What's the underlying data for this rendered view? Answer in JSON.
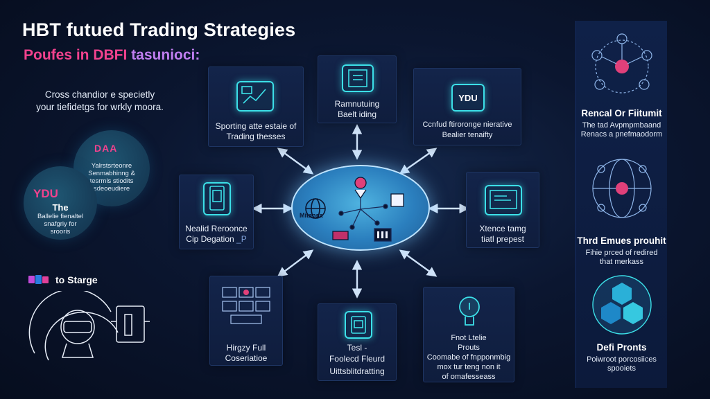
{
  "header": {
    "title": "HBT futued Trading Strategies",
    "subtitle_a": "Poufes in DBFI",
    "subtitle_b": "tasunioci:"
  },
  "intro": {
    "line1": "Cross chandior e specietly",
    "line2": "your tiefidetgs for wrkly moora."
  },
  "bubbles": {
    "top": {
      "badge": "DAA",
      "text1": "Yalrstsrteonre",
      "text2": "Senmabhinng &",
      "text3": "tesrmls stiodits",
      "text4": "sdeoeudiere"
    },
    "bottom": {
      "badge": "YDU",
      "title": "The",
      "text1": "Ballelie fienaltel",
      "text2": "snafgriy for",
      "text3": "srooris"
    }
  },
  "hub": {
    "label": "Mitansa"
  },
  "cards": {
    "top_left": {
      "line1": "Sporting atte estaie of",
      "line2": "Trading thesses"
    },
    "top_center": {
      "line1": "Ramnutuing",
      "line2": "Baelt iding"
    },
    "top_right": {
      "badge": "YDU",
      "line1": "Ccnfud ftiroronge nierative",
      "line2": "Bealier tenaifty"
    },
    "mid_left": {
      "line1": "Nealid Reroonce",
      "line2": "Cip Degation",
      "suffix": "_P"
    },
    "mid_right": {
      "line1": "Xtence tamg",
      "line2": "tiatl prepest"
    },
    "bottom_left": {
      "line1": "Hirgzy Full",
      "line2": "Coseriatioe"
    },
    "bottom_center": {
      "line1": "Tesl -",
      "line2": "Foolecd Fleurd",
      "line3": "Uittsblitdratting"
    },
    "bottom_right": {
      "line1": "Fnot Ltelie",
      "line2": "Prouts",
      "line3": "Coomabe of fnpponmbig",
      "line4": "mox tur teng non it",
      "line5": "of omafesseass"
    }
  },
  "bottom_left": {
    "label": "to Starge"
  },
  "right_panel": {
    "section1": {
      "title": "Rencal Or Fiitumit",
      "line1": "The tad Avpmpmbaand",
      "line2": "Renacs a pnefmaodorm"
    },
    "section2": {
      "title": "Thrd Emues prouhit",
      "line1": "Fihie prced of redired",
      "line2": "that merkass"
    },
    "section3": {
      "title": "Defi Pronts",
      "line1": "Poiwroot porcosiices",
      "line2": "spooiets"
    }
  },
  "colors": {
    "accent_cyan": "#3ce0e8",
    "accent_pink": "#f2428e",
    "accent_violet": "#c07ef0",
    "background": "#0b1630"
  }
}
